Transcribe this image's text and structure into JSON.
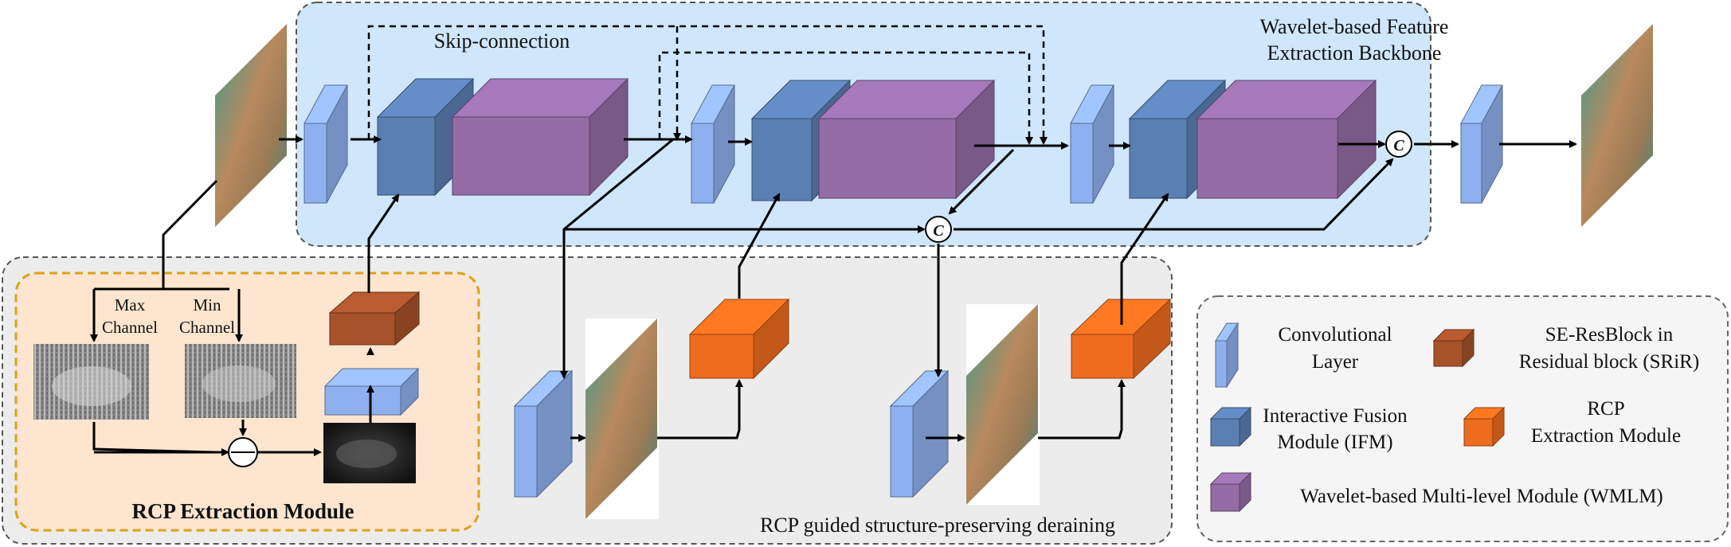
{
  "regions": {
    "backbone_title_line1": "Wavelet-based Feature",
    "backbone_title_line2": "Extraction Backbone",
    "skip_label": "Skip-connection",
    "rcp_module_title": "RCP Extraction Module",
    "max_channel_line1": "Max",
    "max_channel_line2": "Channel",
    "min_channel_line1": "Min",
    "min_channel_line2": "Channel",
    "deraining_label": "RCP guided structure-preserving deraining",
    "concat_symbol": "C"
  },
  "legend": {
    "conv_line1": "Convolutional",
    "conv_line2": "Layer",
    "se_line1": "SE-ResBlock in",
    "se_line2": "Residual block (SRiR)",
    "ifm_line1": "Interactive Fusion",
    "ifm_line2": "Module (IFM)",
    "rcp_line1": "RCP",
    "rcp_line2": "Extraction Module",
    "wmlm_line1": "Wavelet-based Multi-level Module (WMLM)"
  },
  "colors": {
    "backbone_bg": "#cfe6fb",
    "lower_bg": "#ececec",
    "rcp_bg": "#fde5cf",
    "rcp_border": "#d9a21b",
    "conv": "#8fb0ee",
    "ifm": "#5a7fb3",
    "wmlm": "#946ca6",
    "se": "#a6522a",
    "rcp_block": "#ee6c1e"
  }
}
